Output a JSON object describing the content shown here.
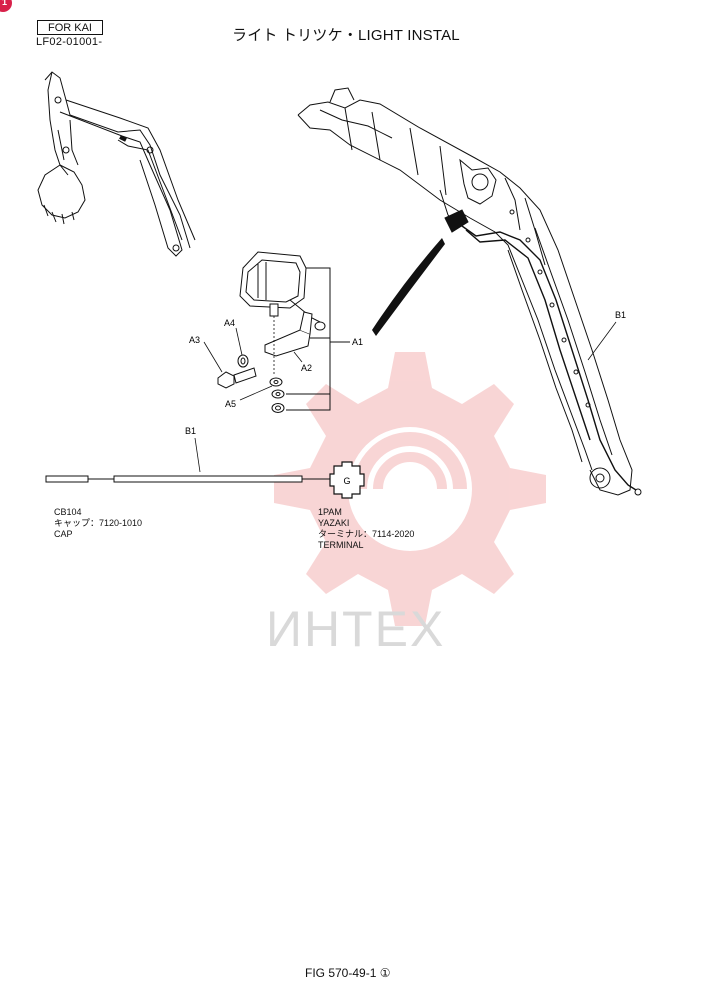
{
  "header": {
    "badge": "1",
    "model_box": "FOR KAI",
    "page_code": "LF02-01001-",
    "title": "ライト トリツケ・LIGHT INSTAL"
  },
  "callouts": {
    "a1": "A1",
    "a2": "A2",
    "a3": "A3",
    "a4": "A4",
    "a5": "A5",
    "b1_boom": "B1",
    "b1_harness": "B1",
    "connector_letter": "G"
  },
  "notes": {
    "left_end": [
      "CB104",
      "キャップ：7120-1010",
      "CAP"
    ],
    "right_end": [
      "1PAM",
      "YAZAKI",
      "ターミナル：7114-2020",
      "TERMINAL"
    ]
  },
  "watermark": "ИНТЕХ",
  "footer": {
    "fig_number": "FIG 570-49-1 ①"
  },
  "colors": {
    "line": "#111111",
    "watermark": "#f4b3b3",
    "badge": "#d8214a"
  }
}
